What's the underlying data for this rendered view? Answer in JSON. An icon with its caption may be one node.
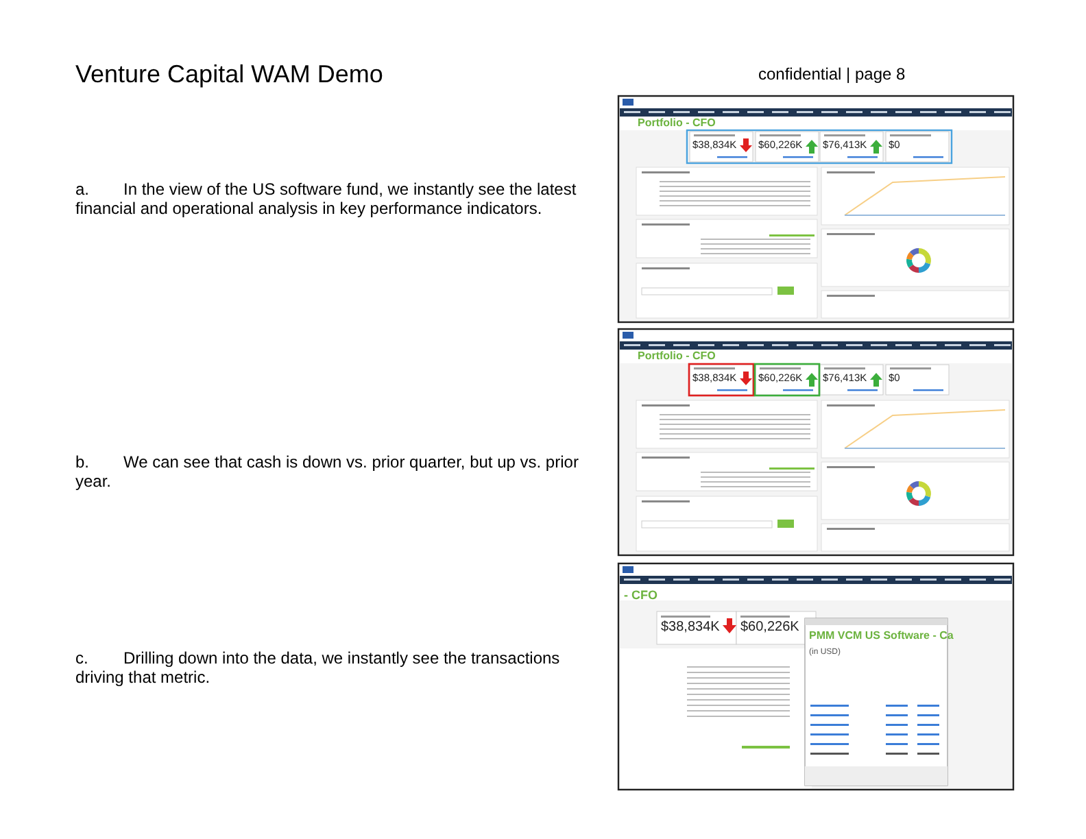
{
  "diagram": {
    "title": "Venture Capital WAM Demo",
    "labels": [
      "confidential | page 8",
      "a.",
      "In the view of the US software fund, we instantly see the latest financial and operational analysis in key performance indicators.",
      "Portfolio - CFO",
      "$38,834K",
      "$60,226K",
      "$76,413K",
      "$0",
      "b.",
      "We can see that cash is down vs. prior quarter, but up vs. prior year.",
      "Portfolio - CFO",
      "$38,834K",
      "$60,226K",
      "$76,413K",
      "$0",
      "c.",
      "Drilling down into the data, we instantly see the transactions driving that metric.",
      "- CFO",
      "$38,834K",
      "$60,226K",
      "PMM VCM US Software - Ca",
      "(in USD)"
    ]
  }
}
